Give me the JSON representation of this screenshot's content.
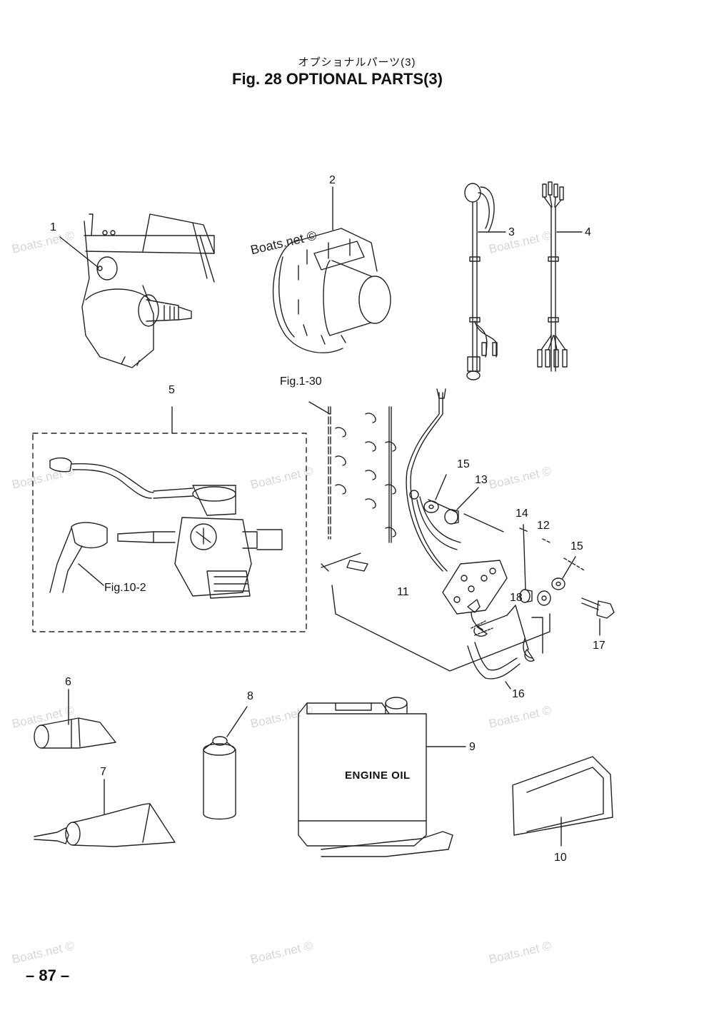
{
  "header": {
    "title_jp": "オプショナルパーツ(3)",
    "title": "Fig. 28    OPTIONAL PARTS(3)"
  },
  "callouts": {
    "c1": "1",
    "c2": "2",
    "c3": "3",
    "c4": "4",
    "c5": "5",
    "c6": "6",
    "c7": "7",
    "c8": "8",
    "c9": "9",
    "c10": "10",
    "c11": "11",
    "c12": "12",
    "c13": "13",
    "c14": "14",
    "c15a": "15",
    "c15b": "15",
    "c16": "16",
    "c17": "17",
    "c18": "18"
  },
  "refs": {
    "fig_1_30": "Fig.1-30",
    "fig_10_2": "Fig.10-2"
  },
  "container_text": "ENGINE OIL",
  "page_number": "– 87 –",
  "watermark": "Boats.net ©"
}
